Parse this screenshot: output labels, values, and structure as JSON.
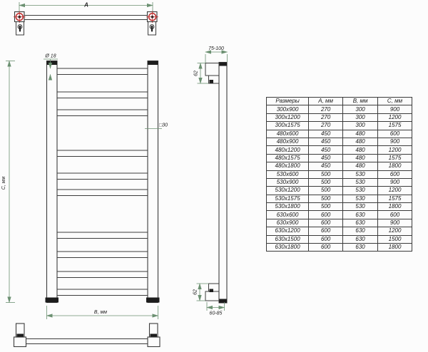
{
  "colors": {
    "object_line": "#3c3c3c",
    "dimension_line": "#6b9071",
    "mount_marker_red": "#c23434",
    "background": "#fcfcfc",
    "table_border": "#3a3a3a"
  },
  "top_view": {
    "dim_a_label": "A"
  },
  "front_view": {
    "diameter_label": "Ø 18",
    "square_label": "□30",
    "height_label": "C, мм",
    "width_label": "B, мм"
  },
  "side_view": {
    "top_depth_label": "75-100",
    "top_offset_label": "62",
    "bottom_offset_label": "62",
    "bottom_depth_label": "60-85"
  },
  "table": {
    "headers": [
      "Размеры",
      "A, мм",
      "B, мм",
      "C, мм"
    ],
    "rows": [
      [
        "300x900",
        "270",
        "300",
        "900"
      ],
      [
        "300x1200",
        "270",
        "300",
        "1200"
      ],
      [
        "300x1575",
        "270",
        "300",
        "1575"
      ],
      [
        "480x600",
        "450",
        "480",
        "600"
      ],
      [
        "480x900",
        "450",
        "480",
        "900"
      ],
      [
        "480x1200",
        "450",
        "480",
        "1200"
      ],
      [
        "480x1575",
        "450",
        "480",
        "1575"
      ],
      [
        "480x1800",
        "450",
        "480",
        "1800"
      ],
      [
        "530x600",
        "500",
        "530",
        "600"
      ],
      [
        "530x900",
        "500",
        "530",
        "900"
      ],
      [
        "530x1200",
        "500",
        "530",
        "1200"
      ],
      [
        "530x1575",
        "500",
        "530",
        "1575"
      ],
      [
        "530x1800",
        "500",
        "530",
        "1800"
      ],
      [
        "630x600",
        "600",
        "630",
        "600"
      ],
      [
        "630x900",
        "600",
        "630",
        "900"
      ],
      [
        "630x1200",
        "600",
        "630",
        "1200"
      ],
      [
        "630x1500",
        "600",
        "630",
        "1500"
      ],
      [
        "630x1800",
        "600",
        "630",
        "1800"
      ]
    ]
  }
}
